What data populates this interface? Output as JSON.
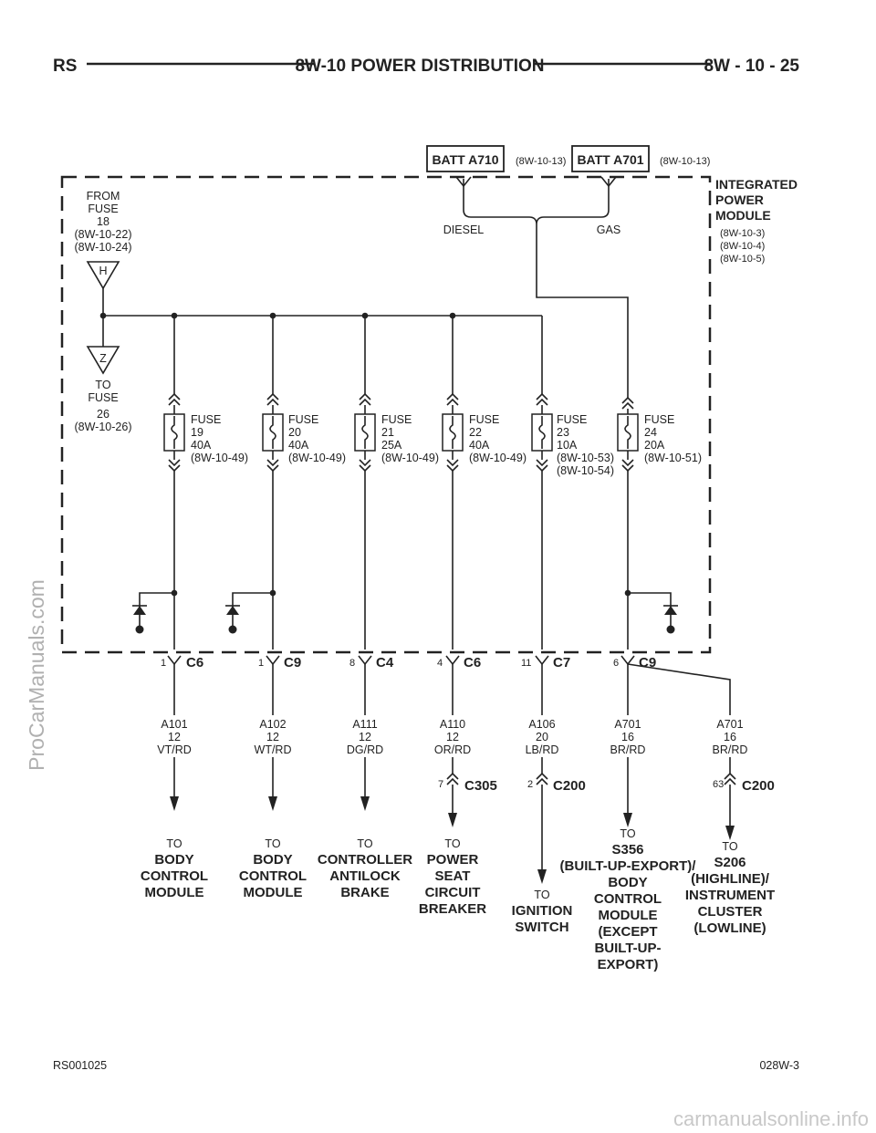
{
  "header": {
    "left": "RS",
    "center": "8W-10 POWER DISTRIBUTION",
    "right": "8W - 10 - 25"
  },
  "footer": {
    "left": "RS001025",
    "right": "028W-3"
  },
  "watermark_side": "ProCarManuals.com",
  "watermark_bottom": "carmanualsonline.info",
  "batt": {
    "a710": {
      "label": "BATT A710",
      "ref": "(8W-10-13)"
    },
    "a701": {
      "label": "BATT A701",
      "ref": "(8W-10-13)"
    },
    "diesel": "DIESEL",
    "gas": "GAS"
  },
  "ipm": {
    "title": [
      "INTEGRATED",
      "POWER",
      "MODULE"
    ],
    "refs": [
      "(8W-10-3)",
      "(8W-10-4)",
      "(8W-10-5)"
    ]
  },
  "from_fuse": {
    "lines": [
      "FROM",
      "FUSE",
      "18",
      "(8W-10-22)",
      "(8W-10-24)"
    ],
    "pin": "H"
  },
  "to_fuse": {
    "lines": [
      "TO",
      "FUSE",
      "26",
      "(8W-10-26)"
    ],
    "pin": "Z"
  },
  "fuses": [
    {
      "name": "FUSE",
      "num": "19",
      "amp": "40A",
      "refs": [
        "(8W-10-49)"
      ]
    },
    {
      "name": "FUSE",
      "num": "20",
      "amp": "40A",
      "refs": [
        "(8W-10-49)"
      ]
    },
    {
      "name": "FUSE",
      "num": "21",
      "amp": "25A",
      "refs": [
        "(8W-10-49)"
      ]
    },
    {
      "name": "FUSE",
      "num": "22",
      "amp": "40A",
      "refs": [
        "(8W-10-49)"
      ]
    },
    {
      "name": "FUSE",
      "num": "23",
      "amp": "10A",
      "refs": [
        "(8W-10-53)",
        "(8W-10-54)"
      ]
    },
    {
      "name": "FUSE",
      "num": "24",
      "amp": "20A",
      "refs": [
        "(8W-10-51)"
      ]
    }
  ],
  "connectors": [
    {
      "pin": "1",
      "name": "C6"
    },
    {
      "pin": "1",
      "name": "C9"
    },
    {
      "pin": "8",
      "name": "C4"
    },
    {
      "pin": "4",
      "name": "C6"
    },
    {
      "pin": "11",
      "name": "C7"
    },
    {
      "pin": "6",
      "name": "C9"
    }
  ],
  "wires": [
    {
      "id": "A101",
      "gauge": "12",
      "color": "VT/RD"
    },
    {
      "id": "A102",
      "gauge": "12",
      "color": "WT/RD"
    },
    {
      "id": "A111",
      "gauge": "12",
      "color": "DG/RD"
    },
    {
      "id": "A110",
      "gauge": "12",
      "color": "OR/RD"
    },
    {
      "id": "A106",
      "gauge": "20",
      "color": "LB/RD"
    },
    {
      "id": "A701",
      "gauge": "16",
      "color": "BR/RD"
    },
    {
      "id": "A701",
      "gauge": "16",
      "color": "BR/RD"
    }
  ],
  "inline_connectors": [
    {
      "pin": "7",
      "name": "C305"
    },
    {
      "pin": "2",
      "name": "C200"
    },
    {
      "pin": "63",
      "name": "C200"
    }
  ],
  "destinations": [
    {
      "to": "TO",
      "lines": [
        "BODY",
        "CONTROL",
        "MODULE"
      ]
    },
    {
      "to": "TO",
      "lines": [
        "BODY",
        "CONTROL",
        "MODULE"
      ]
    },
    {
      "to": "TO",
      "lines": [
        "CONTROLLER",
        "ANTILOCK",
        "BRAKE"
      ]
    },
    {
      "to": "TO",
      "lines": [
        "POWER",
        "SEAT",
        "CIRCUIT",
        "BREAKER"
      ]
    },
    {
      "to": "TO",
      "lines": [
        "IGNITION",
        "SWITCH"
      ]
    },
    {
      "to": "TO",
      "lines": [
        "S356",
        "(BUILT-UP-EXPORT)/",
        "BODY",
        "CONTROL",
        "MODULE",
        "(EXCEPT",
        "BUILT-UP-",
        "EXPORT)"
      ]
    },
    {
      "to": "TO",
      "lines": [
        "S206",
        "(HIGHLINE)/",
        "INSTRUMENT",
        "CLUSTER",
        "(LOWLINE)"
      ]
    }
  ]
}
